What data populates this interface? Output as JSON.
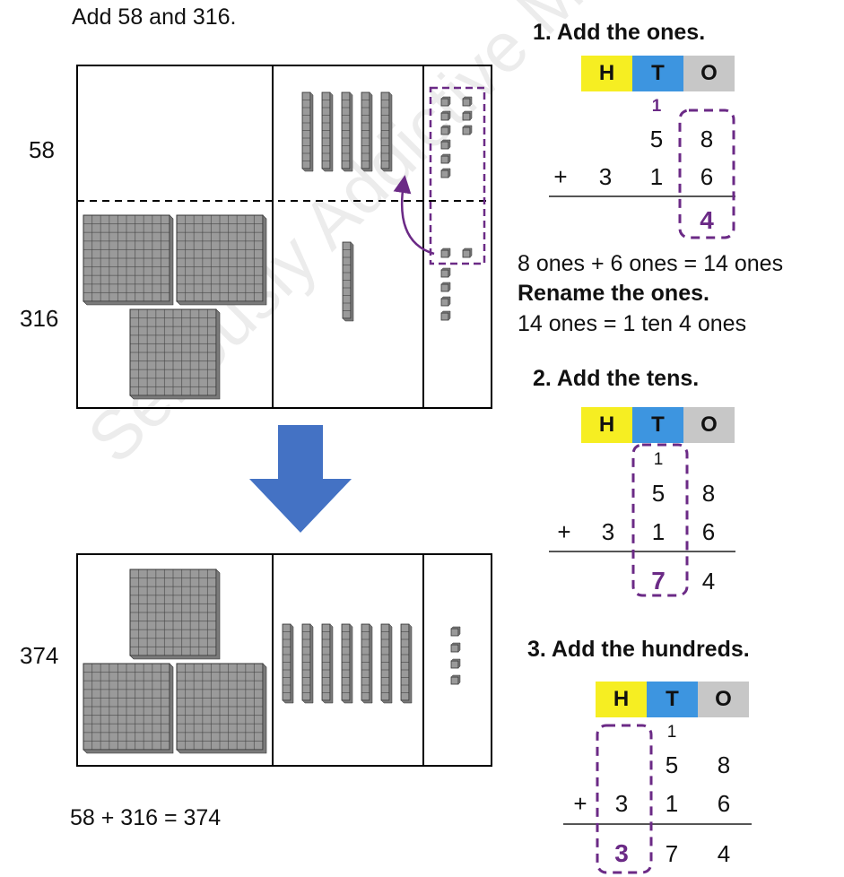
{
  "title": "Add 58 and 316.",
  "colors": {
    "hundreds": "#f6ee22",
    "tens": "#3d95e0",
    "ones": "#c7c7c7",
    "accent": "#6b2a86",
    "arrow": "#4472c4",
    "block": "#9a9a9a"
  },
  "labels": {
    "top_number": "58",
    "bottom_number": "316",
    "result_number": "374"
  },
  "equation": "58 + 316 = 374",
  "watermark": "Seriously Addictive Maths",
  "chart_header": {
    "h": "H",
    "t": "T",
    "o": "O"
  },
  "step1": {
    "title": "1. Add the ones.",
    "carry": "1",
    "row1": {
      "h": "",
      "t": "5",
      "o": "8"
    },
    "row2": {
      "op": "+",
      "h": "3",
      "t": "1",
      "o": "6"
    },
    "result": {
      "h": "",
      "t": "",
      "o": "4"
    },
    "note1": "8 ones + 6 ones = 14 ones",
    "note2": "Rename the ones.",
    "note3": "14 ones = 1 ten 4 ones"
  },
  "step2": {
    "title": "2. Add the tens.",
    "carry": "1",
    "row1": {
      "h": "",
      "t": "5",
      "o": "8"
    },
    "row2": {
      "op": "+",
      "h": "3",
      "t": "1",
      "o": "6"
    },
    "result": {
      "h": "",
      "t": "7",
      "o": "4"
    }
  },
  "step3": {
    "title": "3. Add the hundreds.",
    "carry": "1",
    "row1": {
      "h": "",
      "t": "5",
      "o": "8"
    },
    "row2": {
      "op": "+",
      "h": "3",
      "t": "1",
      "o": "6"
    },
    "result": {
      "h": "3",
      "t": "7",
      "o": "4"
    }
  }
}
